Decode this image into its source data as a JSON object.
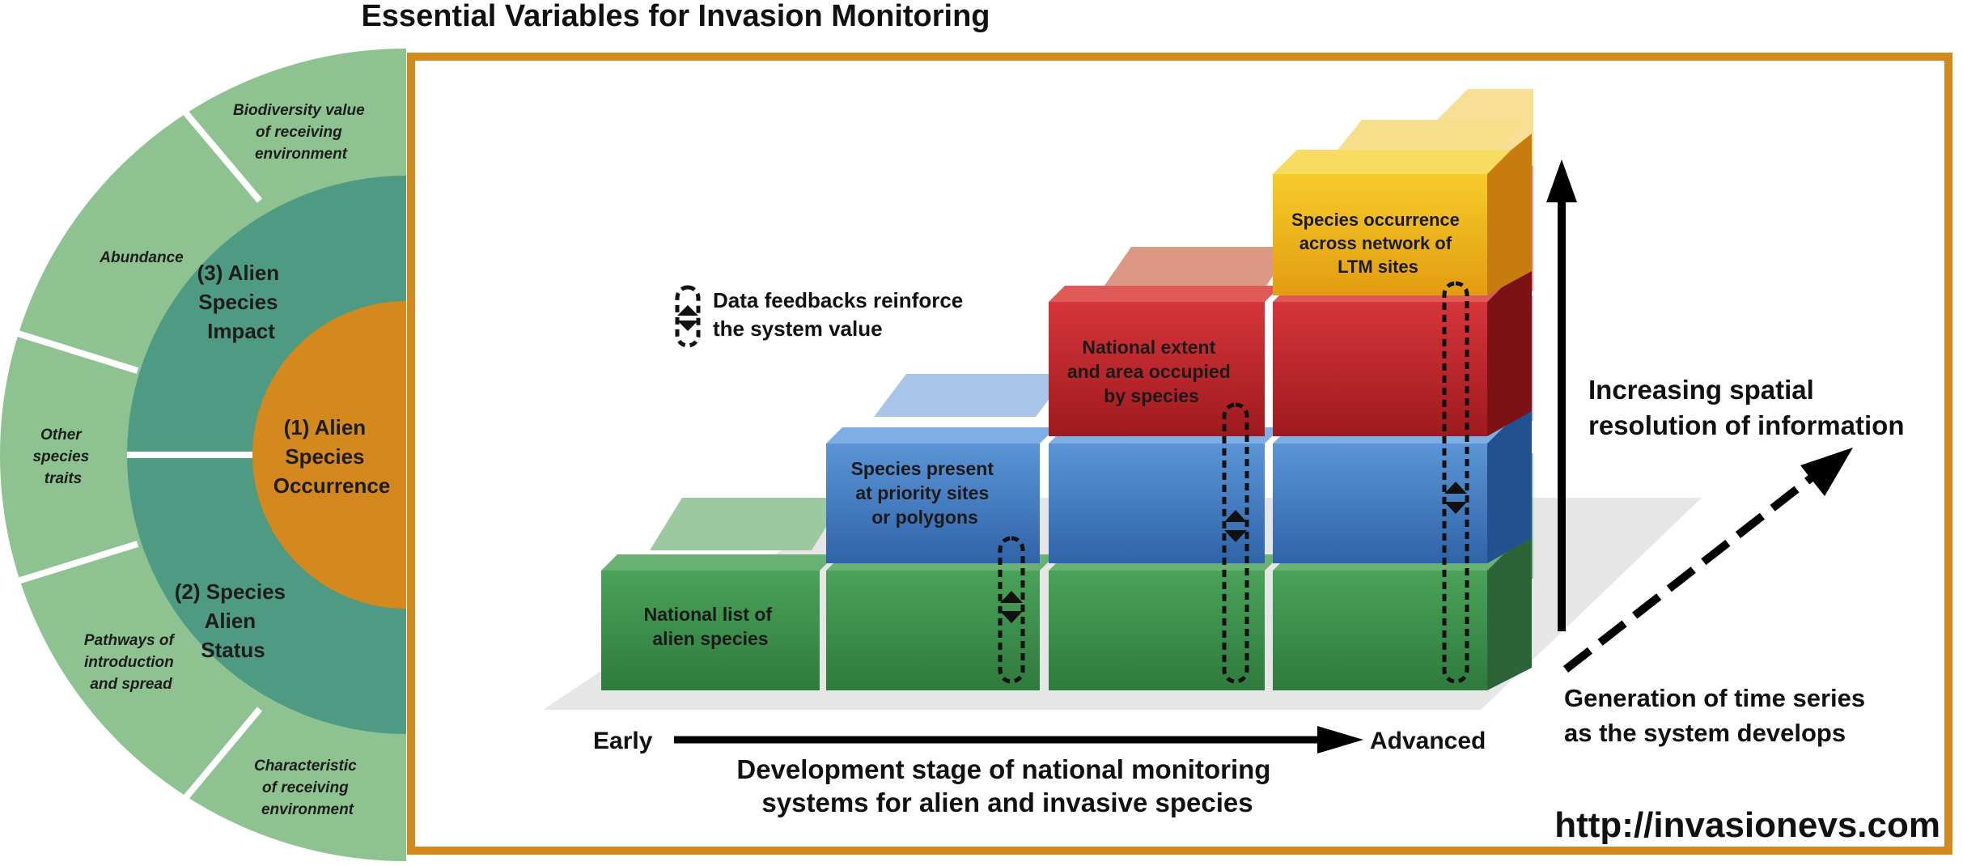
{
  "title": "Essential Variables for Invasion Monitoring",
  "wheel": {
    "center": "(1) Alien Species Occurrence",
    "ring_top": "(3) Alien Species Impact",
    "ring_bottom": "(2) Species Alien Status",
    "outer": [
      "Biodiversity value of receiving environment",
      "Abundance",
      "Other species traits",
      "Pathways of introduction and spread",
      "Characteristic of receiving environment"
    ]
  },
  "blocks": {
    "green": "National list of alien species",
    "blue": "Species present at priority sites or polygons",
    "red": "National extent and area occupied by species",
    "yellow": "Species occurrence across network of LTM sites"
  },
  "legend": "Data feedbacks reinforce the system value",
  "axes": {
    "early": "Early",
    "advanced": "Advanced",
    "x_title": "Development stage of national monitoring systems for alien and invasive species",
    "vertical": "Increasing spatial resolution of information",
    "diagonal": "Generation of time series as the system develops"
  },
  "url": "http://invasionevs.com",
  "colors": {
    "frame": "#d28a1f",
    "center": "#d4891f",
    "ring": "#4f9a83",
    "outer": "#8fc291",
    "green": "#3f8e4e",
    "blue": "#4f87c8",
    "red": "#c5282c",
    "yellow": "#f0b917"
  }
}
